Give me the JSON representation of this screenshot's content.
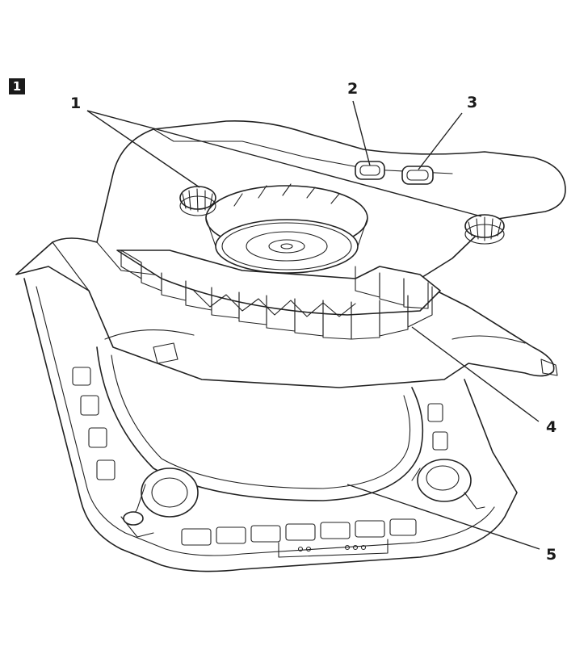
{
  "figure": {
    "step_number": "1",
    "callouts": [
      {
        "id": "c1",
        "label": "1"
      },
      {
        "id": "c2",
        "label": "2"
      },
      {
        "id": "c3",
        "label": "3"
      },
      {
        "id": "c4",
        "label": "4"
      },
      {
        "id": "c5",
        "label": "5"
      }
    ]
  }
}
